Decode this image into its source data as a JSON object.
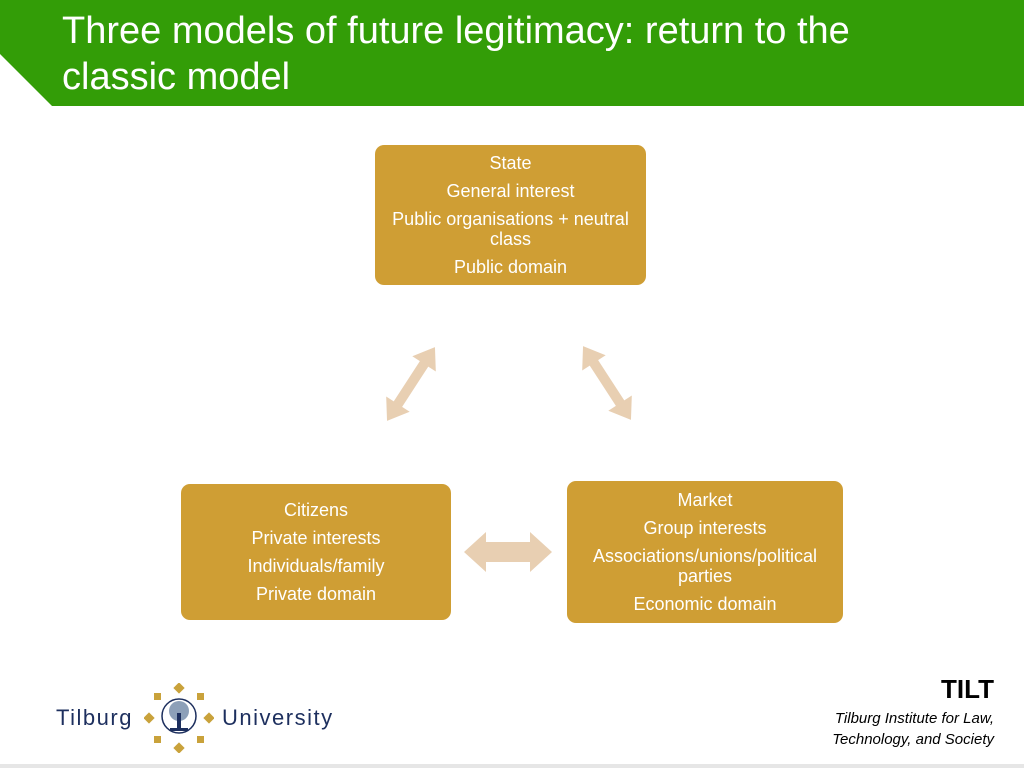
{
  "slide": {
    "title": "Three models of future legitimacy: return to the classic model"
  },
  "diagram": {
    "state": [
      "State",
      "General interest",
      "Public organisations + neutral class",
      "Public domain"
    ],
    "citizens": [
      "Citizens",
      "Private interests",
      "Individuals/family",
      "Private domain"
    ],
    "market": [
      "Market",
      "Group interests",
      "Associations/unions/political parties",
      "Economic domain"
    ]
  },
  "footer": {
    "logo_left": "Tilburg",
    "logo_right": "University",
    "institute_short": "TILT",
    "institute_line1": "Tilburg Institute for Law,",
    "institute_line2": "Technology, and Society"
  },
  "colors": {
    "header": "#339d07",
    "box": "#cf9e34",
    "arrow": "#e8cfb2",
    "logo_text": "#1d2f5e"
  }
}
